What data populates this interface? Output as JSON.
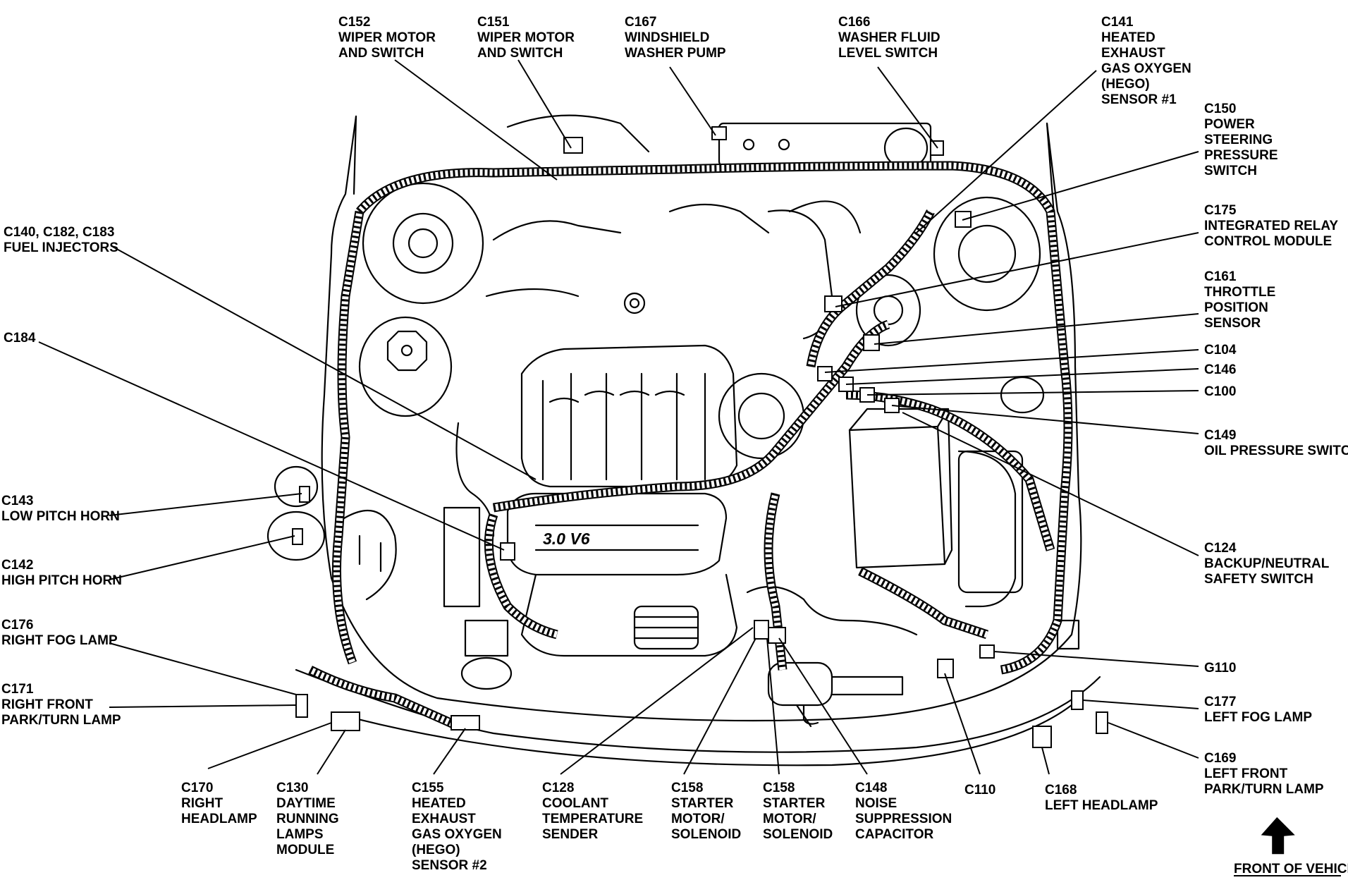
{
  "callouts": {
    "c152": [
      "C152",
      "WIPER MOTOR",
      "AND SWITCH"
    ],
    "c151": [
      "C151",
      "WIPER MOTOR",
      "AND SWITCH"
    ],
    "c167": [
      "C167",
      "WINDSHIELD",
      "WASHER PUMP"
    ],
    "c166": [
      "C166",
      "WASHER FLUID",
      "LEVEL SWITCH"
    ],
    "c141": [
      "C141",
      "HEATED",
      "EXHAUST",
      "GAS OXYGEN",
      "(HEGO)",
      "SENSOR #1"
    ],
    "c150": [
      "C150",
      "POWER",
      "STEERING",
      "PRESSURE",
      "SWITCH"
    ],
    "c175": [
      "C175",
      "INTEGRATED RELAY",
      "CONTROL MODULE"
    ],
    "c161": [
      "C161",
      "THROTTLE",
      "POSITION",
      "SENSOR"
    ],
    "c104": [
      "C104"
    ],
    "c146": [
      "C146"
    ],
    "c100": [
      "C100"
    ],
    "c149": [
      "C149",
      "OIL PRESSURE SWITCH"
    ],
    "c124": [
      "C124",
      "BACKUP/NEUTRAL",
      "SAFETY SWITCH"
    ],
    "g110": [
      "G110"
    ],
    "c177": [
      "C177",
      "LEFT FOG LAMP"
    ],
    "c169": [
      "C169",
      "LEFT FRONT",
      "PARK/TURN LAMP"
    ],
    "c140": [
      "C140, C182, C183",
      "FUEL INJECTORS"
    ],
    "c184": [
      "C184"
    ],
    "c143": [
      "C143",
      "LOW PITCH HORN"
    ],
    "c142": [
      "C142",
      "HIGH PITCH HORN"
    ],
    "c176": [
      "C176",
      "RIGHT FOG LAMP"
    ],
    "c171": [
      "C171",
      "RIGHT FRONT",
      "PARK/TURN LAMP"
    ],
    "c170": [
      "C170",
      "RIGHT",
      "HEADLAMP"
    ],
    "c130": [
      "C130",
      "DAYTIME",
      "RUNNING",
      "LAMPS",
      "MODULE"
    ],
    "c155": [
      "C155",
      "HEATED",
      "EXHAUST",
      "GAS OXYGEN",
      "(HEGO)",
      "SENSOR #2"
    ],
    "c128": [
      "C128",
      "COOLANT",
      "TEMPERATURE",
      "SENDER"
    ],
    "c158a": [
      "C158",
      "STARTER",
      "MOTOR/",
      "SOLENOID"
    ],
    "c158b": [
      "C158",
      "STARTER",
      "MOTOR/",
      "SOLENOID"
    ],
    "c148": [
      "C148",
      "NOISE",
      "SUPPRESSION",
      "CAPACITOR"
    ],
    "c110": [
      "C110"
    ],
    "c168": [
      "C168",
      "LEFT HEADLAMP"
    ]
  },
  "engine_badge": "3.0 V6",
  "front_of_vehicle": "FRONT OF VEHICLE",
  "icons": {
    "front_arrow": "down-left-arrow-icon"
  }
}
